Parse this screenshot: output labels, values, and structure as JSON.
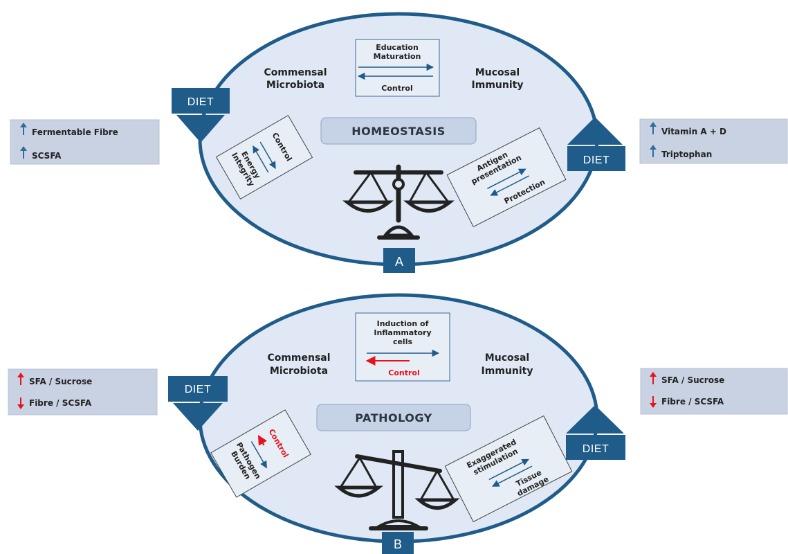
{
  "colors": {
    "ellipse_fill": "#dfe8f4",
    "ellipse_stroke": "#1f5c89",
    "dark_blue": "#1f5c89",
    "box_fill": "#e4ebf4",
    "side_box_fill": "#c9d2e3",
    "state_fill": "#c6d3e6",
    "up_arrow": "#2f6d9c",
    "red": "#e8121a"
  },
  "panel_a": {
    "label": "A",
    "diet_left": "DIET",
    "diet_right": "DIET",
    "left_title_1": "Commensal",
    "left_title_2": "Microbiota",
    "right_title_1": "Mucosal",
    "right_title_2": "Immunity",
    "top_box_line1": "Education",
    "top_box_line2": "Maturation",
    "top_box_bottom": "Control",
    "state": "HOMEOSTASIS",
    "left_box_control": "Control",
    "left_box_line1": "Energy",
    "left_box_line2": "Integrity",
    "right_box_line1": "Antigen",
    "right_box_line2": "presentation",
    "right_box_bottom": "Protection",
    "left_side": [
      {
        "direction": "up",
        "text": "Fermentable Fibre"
      },
      {
        "direction": "up",
        "text": "SCSFA"
      }
    ],
    "right_side": [
      {
        "direction": "up",
        "text": "Vitamin A + D"
      },
      {
        "direction": "up",
        "text": "Triptophan"
      }
    ]
  },
  "panel_b": {
    "label": "B",
    "diet_left": "DIET",
    "diet_right": "DIET",
    "left_title_1": "Commensal",
    "left_title_2": "Microbiota",
    "right_title_1": "Mucosal",
    "right_title_2": "Immunity",
    "top_box_line1": "Induction of",
    "top_box_line2": "Inflammatory",
    "top_box_line3": "cells",
    "top_box_bottom": "Control",
    "state": "PATHOLOGY",
    "left_box_control": "Control",
    "left_box_line1": "Pathogen",
    "left_box_line2": "Burden",
    "right_box_line1": "Exaggerated",
    "right_box_line2": "stimulation",
    "right_box_bottom1": "Tissue",
    "right_box_bottom2": "damage",
    "left_side": [
      {
        "direction": "up",
        "text": "SFA / Sucrose"
      },
      {
        "direction": "down",
        "text": "Fibre / SCSFA"
      }
    ],
    "right_side": [
      {
        "direction": "up",
        "text": "SFA / Sucrose"
      },
      {
        "direction": "down",
        "text": "Fibre / SCSFA"
      }
    ]
  }
}
